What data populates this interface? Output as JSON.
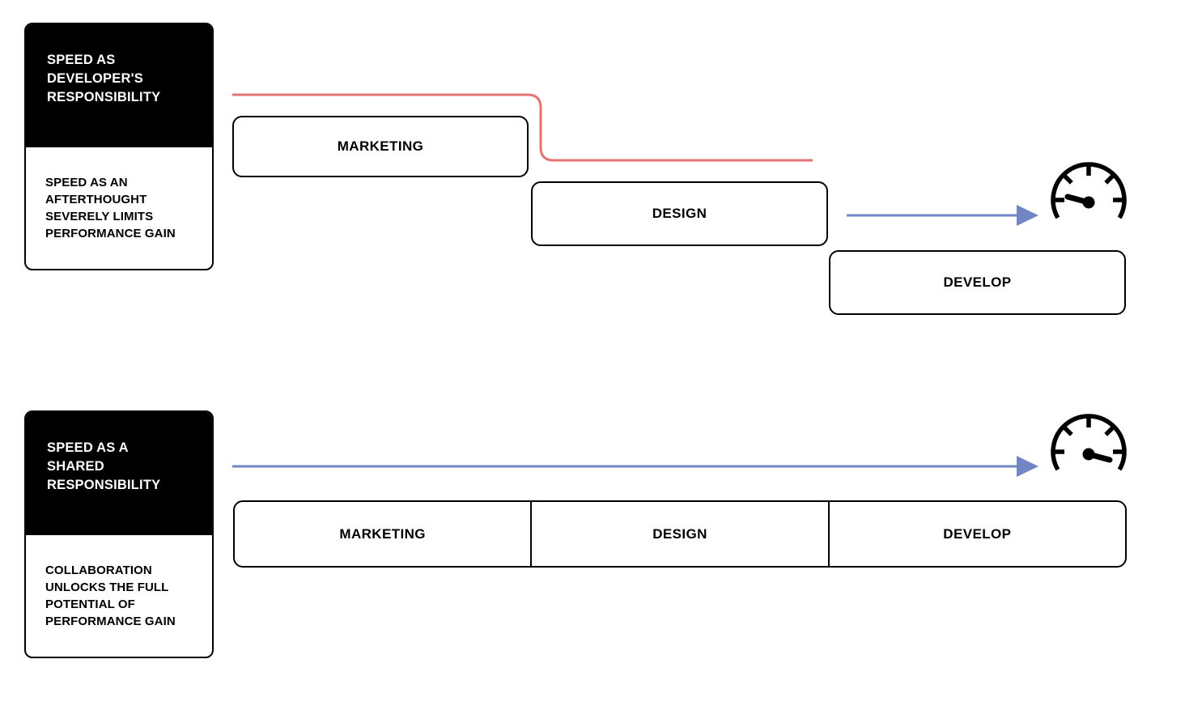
{
  "palette": {
    "red": "#e57373",
    "blue": "#7286c5",
    "black": "#000000",
    "white": "#ffffff"
  },
  "sections": {
    "waterfall": {
      "card": {
        "title_lines": [
          "SPEED AS",
          "DEVELOPER'S",
          "RESPONSIBILITY"
        ],
        "body_lines": [
          "SPEED AS AN",
          "AFTERTHOUGHT",
          "SEVERELY LIMITS",
          "PERFORMANCE GAIN"
        ]
      },
      "stages": [
        {
          "label": "MARKETING"
        },
        {
          "label": "DESIGN"
        },
        {
          "label": "DEVELOP"
        }
      ],
      "icon": "speedometer-low"
    },
    "shared": {
      "card": {
        "title_lines": [
          "SPEED AS A",
          "SHARED",
          "RESPONSIBILITY"
        ],
        "body_lines": [
          "COLLABORATION",
          "UNLOCKS THE FULL",
          "POTENTIAL OF",
          "PERFORMANCE GAIN"
        ]
      },
      "stages": [
        {
          "label": "MARKETING"
        },
        {
          "label": "DESIGN"
        },
        {
          "label": "DEVELOP"
        }
      ],
      "icon": "speedometer-high"
    }
  }
}
